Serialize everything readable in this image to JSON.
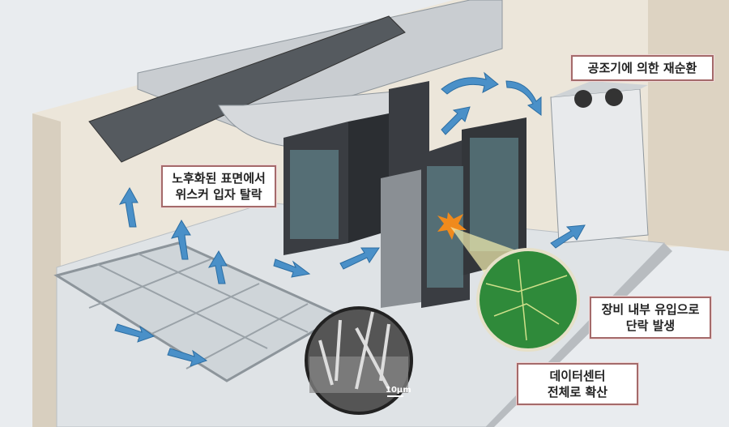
{
  "labels": {
    "recirculation": "공조기에 의한 재순환",
    "whisker_detach_line1": "노후화된 표면에서",
    "whisker_detach_line2": "위스커 입자 탈락",
    "short_circuit_line1": "장비 내부 유입으로",
    "short_circuit_line2": "단락 발생",
    "spread_line1": "데이터센터",
    "spread_line2": "전체로 확산"
  },
  "micrograph": {
    "scale_bar": "10μm"
  },
  "colors": {
    "label_border": "#a46a6a",
    "airflow_arrow": "#4a90c8",
    "circuit_board": "#2f8a3a",
    "server_rack": "#3a3d42"
  }
}
